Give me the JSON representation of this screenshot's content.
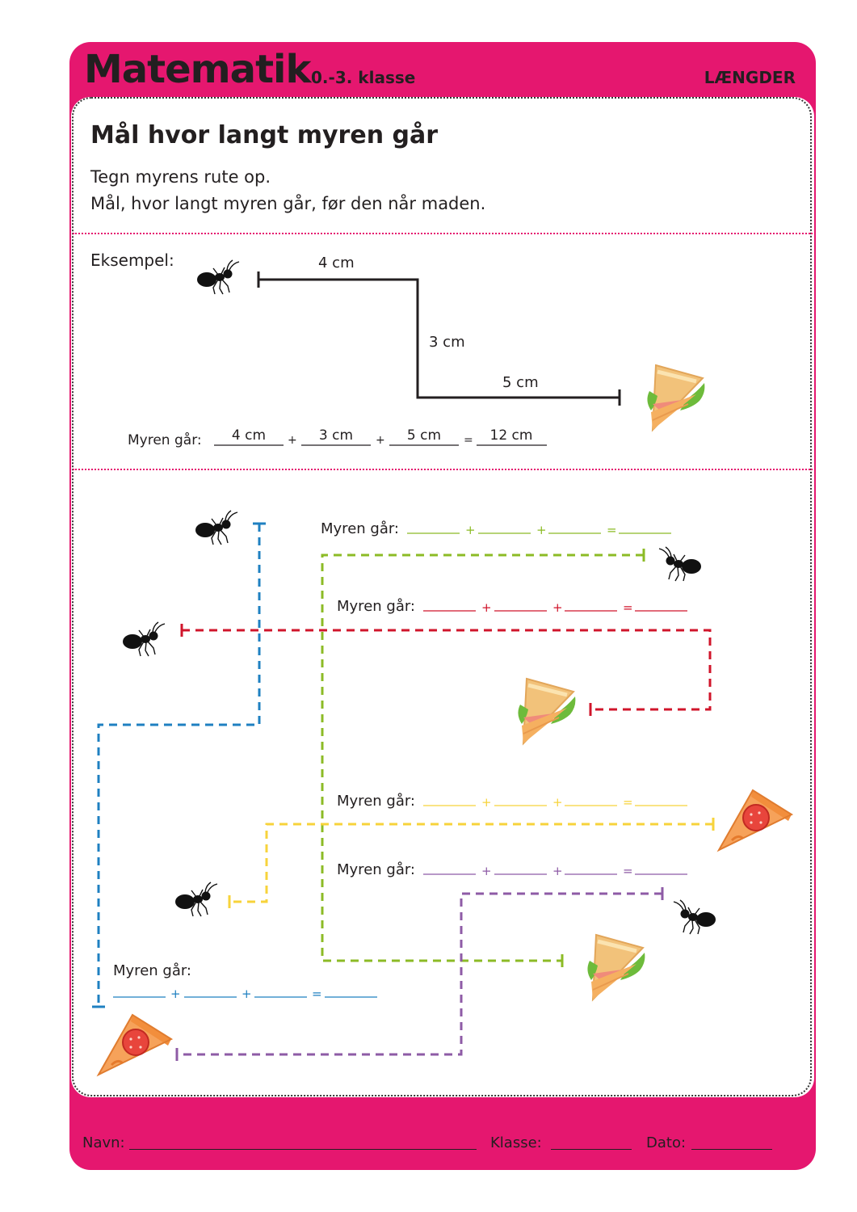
{
  "header": {
    "title": "Matematik",
    "grade": "0.-3. klasse",
    "topic": "LÆNGDER"
  },
  "task": {
    "heading": "Mål hvor langt myren går",
    "instruction_1": "Tegn myrens rute op.",
    "instruction_2": "Mål, hvor langt myren går, før den når maden."
  },
  "example": {
    "label": "Eksempel:",
    "seg1": "4 cm",
    "seg2": "3 cm",
    "seg3": "5 cm",
    "sum_label": "Myren går:",
    "ans1": "4 cm",
    "ans2": "3 cm",
    "ans3": "5 cm",
    "total": "12 cm",
    "plus": "+",
    "equals": "="
  },
  "exercises": {
    "label": "Myren går:",
    "plus": "+",
    "equals": "=",
    "colors": {
      "green": "#8cbb26",
      "red": "#d0152b",
      "yellow": "#f7d33b",
      "purple": "#8e5ba6",
      "blue": "#1f80c1"
    }
  },
  "footer": {
    "name_label": "Navn:",
    "class_label": "Klasse:",
    "date_label": "Dato:"
  },
  "icons": [
    "ant-icon",
    "sandwich-icon",
    "pizza-icon"
  ],
  "accent": "#e5176f"
}
